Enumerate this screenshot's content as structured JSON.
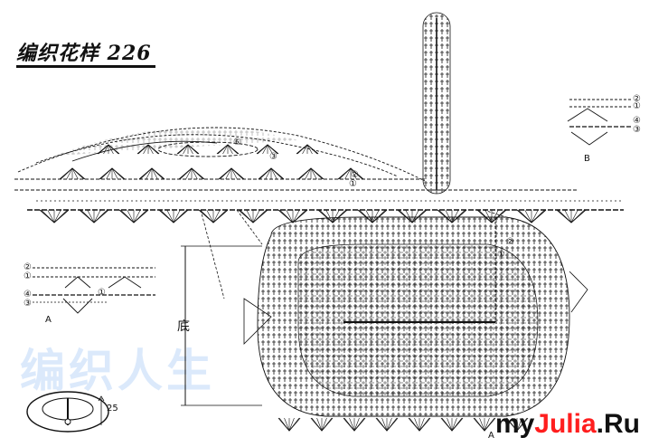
{
  "title": "编织花样 226",
  "watermark": "编织人生",
  "brand": {
    "prefix": "my",
    "highlight": "Julia",
    "suffix": ".Ru"
  },
  "labels": {
    "detail_a": "A",
    "detail_b": "B",
    "base": "底",
    "bottom_a": "A",
    "dimension": "25"
  },
  "row_markers": {
    "r1": "①",
    "r2": "②",
    "r3": "③",
    "r4": "④",
    "r6": "⑥"
  }
}
